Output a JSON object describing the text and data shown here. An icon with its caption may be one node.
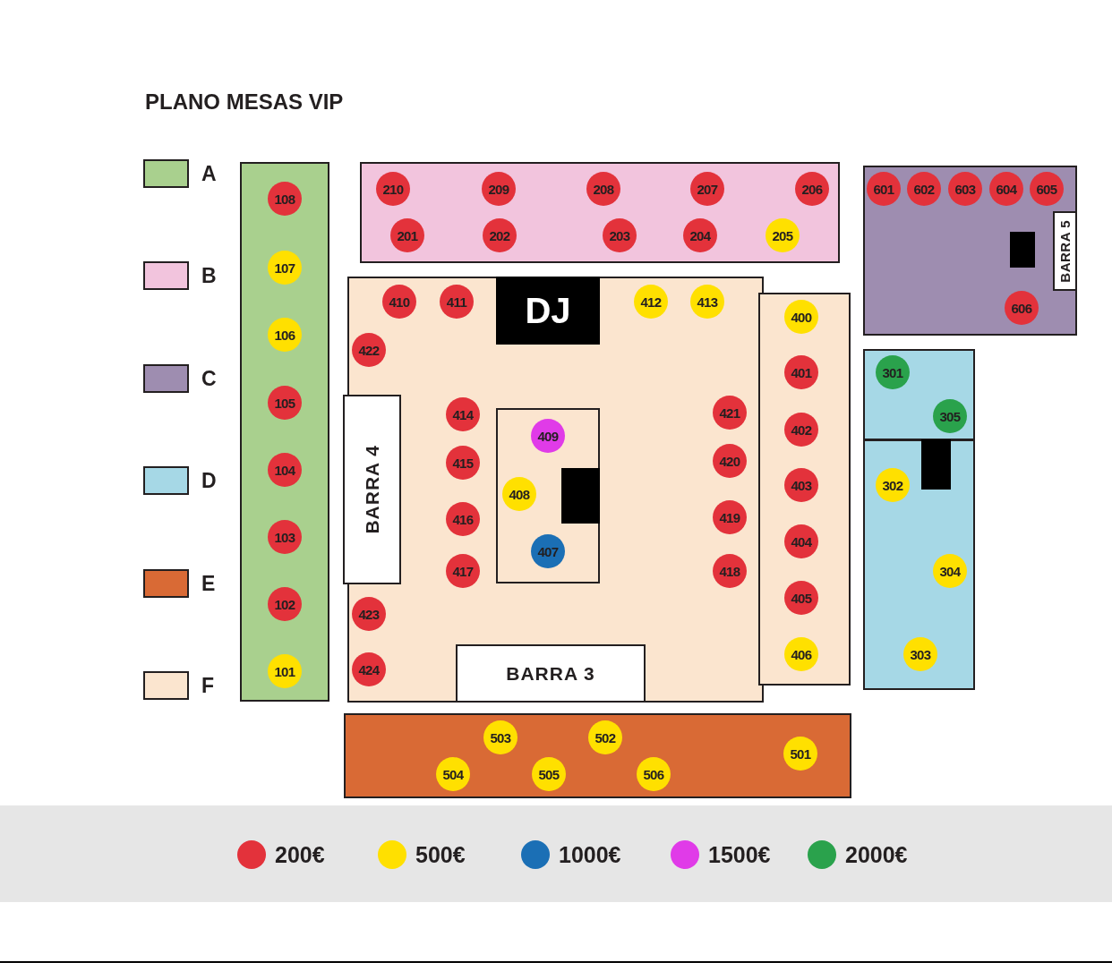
{
  "diagram": {
    "title": "PLANO MESAS VIP",
    "nodes": [
      {
        "text": [],
        "shape": "box"
      },
      {
        "text": [
          "108"
        ],
        "in": 0
      },
      {
        "text": [
          "107"
        ],
        "in": 0
      },
      {
        "text": [
          "106"
        ],
        "in": 0
      },
      {
        "text": [
          "105"
        ],
        "in": 0
      },
      {
        "text": [
          "104"
        ],
        "in": 0
      },
      {
        "text": [
          "103"
        ],
        "in": 0
      },
      {
        "text": [
          "102"
        ],
        "in": 0
      },
      {
        "text": [
          "101"
        ],
        "in": 0
      },
      {
        "text": [],
        "shape": "box"
      },
      {
        "text": [
          "210"
        ],
        "in": 9
      },
      {
        "text": [
          "209"
        ],
        "in": 9
      },
      {
        "text": [
          "208"
        ],
        "in": 9
      },
      {
        "text": [
          "207"
        ],
        "in": 9
      },
      {
        "text": [
          "206"
        ],
        "in": 9
      },
      {
        "text": [
          "201"
        ],
        "in": 9
      },
      {
        "text": [
          "202"
        ],
        "in": 9
      },
      {
        "text": [
          "203"
        ],
        "in": 9
      },
      {
        "text": [
          "204"
        ],
        "in": 9
      },
      {
        "text": [
          "205"
        ],
        "in": 9
      },
      {
        "text": [],
        "shape": "box"
      },
      {
        "text": [
          "601"
        ],
        "in": 20
      },
      {
        "text": [
          "602"
        ],
        "in": 20
      },
      {
        "text": [
          "603"
        ],
        "in": 20
      },
      {
        "text": [
          "604"
        ],
        "in": 20
      },
      {
        "text": [
          "605"
        ],
        "in": 20
      },
      {
        "text": [
          "BARRA 5"
        ],
        "in": 20
      },
      {
        "text": [],
        "shape": "box",
        "in": 20
      },
      {
        "text": [
          "606"
        ],
        "in": 20
      },
      {
        "text": [],
        "shape": "box"
      },
      {
        "text": [
          "410"
        ],
        "in": 29
      },
      {
        "text": [
          "411"
        ],
        "in": 29
      },
      {
        "text": [
          "DJ"
        ],
        "in": 29
      },
      {
        "text": [
          "412"
        ],
        "in": 29
      },
      {
        "text": [
          "413"
        ],
        "in": 29
      },
      {
        "text": [
          "422"
        ],
        "in": 29
      },
      {
        "text": [
          "BARRA 4"
        ],
        "in": 29
      },
      {
        "text": [
          "414"
        ],
        "in": 29
      },
      {
        "text": [],
        "shape": "box",
        "in": 29
      },
      {
        "text": [
          "409"
        ],
        "in": 38
      },
      {
        "text": [
          "408"
        ],
        "in": 38
      },
      {
        "text": [],
        "shape": "box",
        "in": 38
      },
      {
        "text": [
          "407"
        ],
        "in": 38
      },
      {
        "text": [
          "421"
        ],
        "in": 29
      },
      {
        "text": [
          "415"
        ],
        "in": 29
      },
      {
        "text": [
          "420"
        ],
        "in": 29
      },
      {
        "text": [
          "416"
        ],
        "in": 29
      },
      {
        "text": [
          "419"
        ],
        "in": 29
      },
      {
        "text": [
          "417"
        ],
        "in": 29
      },
      {
        "text": [
          "418"
        ],
        "in": 29
      },
      {
        "text": [
          "423"
        ],
        "in": 29
      },
      {
        "text": [
          "424"
        ],
        "in": 29
      },
      {
        "text": [
          "BARRA 3"
        ],
        "in": 29
      },
      {
        "text": [],
        "shape": "box"
      },
      {
        "text": [
          "400"
        ],
        "in": 53
      },
      {
        "text": [
          "401"
        ],
        "in": 53
      },
      {
        "text": [
          "402"
        ],
        "in": 53
      },
      {
        "text": [
          "403"
        ],
        "in": 53
      },
      {
        "text": [
          "404"
        ],
        "in": 53
      },
      {
        "text": [
          "405"
        ],
        "in": 53
      },
      {
        "text": [
          "406"
        ],
        "in": 53
      },
      {
        "text": [],
        "shape": "box"
      },
      {
        "text": [
          "301"
        ],
        "in": 61
      },
      {
        "text": [
          "305"
        ],
        "in": 61
      },
      {
        "text": [],
        "shape": "box"
      },
      {
        "text": [],
        "shape": "box",
        "in": 64
      },
      {
        "text": [
          "302"
        ],
        "in": 64
      },
      {
        "text": [
          "304"
        ],
        "in": 64
      },
      {
        "text": [
          "303"
        ],
        "in": 64
      },
      {
        "text": [],
        "shape": "box"
      },
      {
        "text": [
          "503"
        ],
        "in": 69
      },
      {
        "text": [
          "502"
        ],
        "in": 69
      },
      {
        "text": [
          "501"
        ],
        "in": 69
      },
      {
        "text": [
          "504"
        ],
        "in": 69
      },
      {
        "text": [
          "505"
        ],
        "in": 69
      },
      {
        "text": [
          "506"
        ],
        "in": 69
      }
    ],
    "legend": [
      {
        "text": "A",
        "color": "#a9d08e"
      },
      {
        "text": "B",
        "color": "#f2c4dd"
      },
      {
        "text": "C",
        "color": "#9e8db0"
      },
      {
        "text": "D",
        "color": "#a6d8e6"
      },
      {
        "text": "E",
        "color": "#d96a35"
      },
      {
        "text": "F",
        "color": "#fbe5cf"
      },
      {
        "text": "200€",
        "color": "#e3323b"
      },
      {
        "text": "500€",
        "color": "#ffe000"
      },
      {
        "text": "1000€",
        "color": "#1b6fb5"
      },
      {
        "text": "1500€",
        "color": "#e03be8"
      },
      {
        "text": "2000€",
        "color": "#2aa24c"
      }
    ]
  }
}
